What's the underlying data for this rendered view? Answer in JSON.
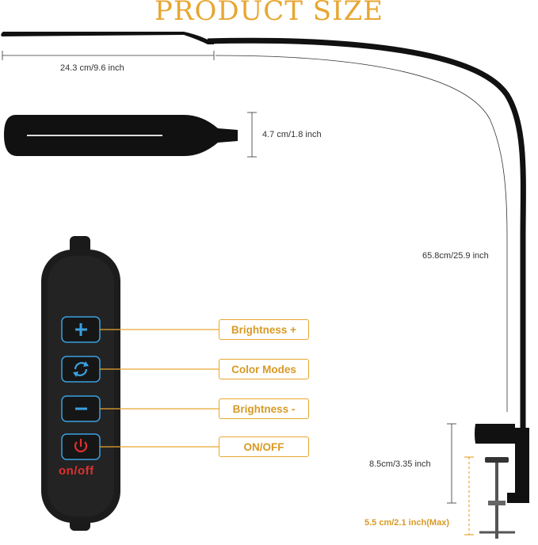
{
  "title": "PRODUCT SIZE",
  "dimensions": {
    "head_length": "24.3 cm/9.6 inch",
    "head_width": "4.7 cm/1.8 inch",
    "arm_height": "65.8cm/25.9 inch",
    "clamp_height": "8.5cm/3.35 inch",
    "clamp_opening": "5.5 cm/2.1 inch(Max)"
  },
  "controls": {
    "brightness_up": "Brightness +",
    "color_modes": "Color Modes",
    "brightness_down": "Brightness -",
    "power": "ON/OFF",
    "power_caption": "on/off"
  },
  "colors": {
    "accent": "#e8a630",
    "button_blue": "#3aa0e0",
    "power_red": "#e03030"
  }
}
